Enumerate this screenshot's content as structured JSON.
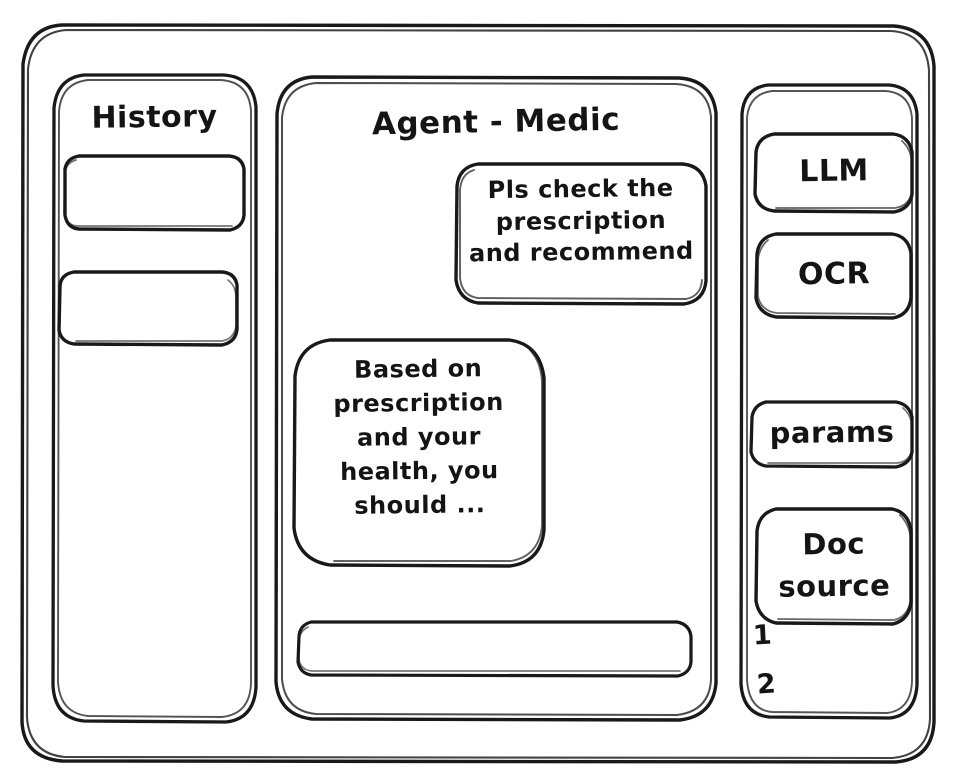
{
  "meta": {
    "style": "hand-drawn wireframe sketch",
    "stroke_color": "#191919",
    "background_color": "#ffffff"
  },
  "window": {
    "name": "agent-medic-wireframe"
  },
  "sidebar": {
    "title": "History",
    "items": [
      {
        "label": "",
        "name": "history-item-1"
      },
      {
        "label": "",
        "name": "history-item-2"
      }
    ]
  },
  "main": {
    "title": "Agent - Medic",
    "messages": [
      {
        "role": "user",
        "text": "Pls check the\nprescription\nand recommend"
      },
      {
        "role": "assistant",
        "text": "Based on\nprescription\nand your\nhealth, you\nshould ..."
      }
    ],
    "composer": {
      "value": "",
      "placeholder": ""
    }
  },
  "tools": {
    "buttons": [
      {
        "label": "LLM"
      },
      {
        "label": "OCR"
      },
      {
        "label": "params"
      },
      {
        "label": "Doc\nsource"
      }
    ],
    "source_list": [
      {
        "label": "1"
      },
      {
        "label": "2"
      }
    ]
  }
}
